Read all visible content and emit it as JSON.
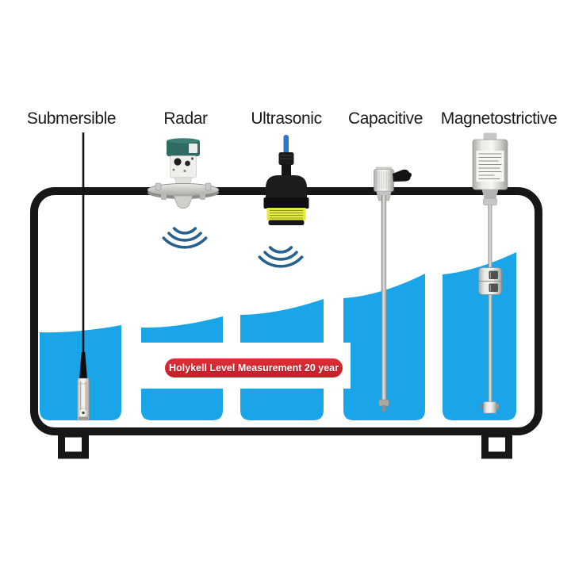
{
  "sensors": [
    {
      "label": "Submersible"
    },
    {
      "label": "Radar"
    },
    {
      "label": "Ultrasonic"
    },
    {
      "label": "Capacitive"
    },
    {
      "label": "Magnetostrictive"
    }
  ],
  "banner": {
    "text": "Holykell Level Measurement 20 year",
    "bg_color": "#d2232e",
    "text_color": "#ffffff"
  },
  "colors": {
    "liquid": "#19a5e7",
    "tank_outline": "#171717",
    "wave": "#27618f",
    "ultrasonic_band_yellow": "#e3ea3e",
    "radar_cap_teal": "#2f6b63",
    "cable_blue": "#2b77cf"
  }
}
